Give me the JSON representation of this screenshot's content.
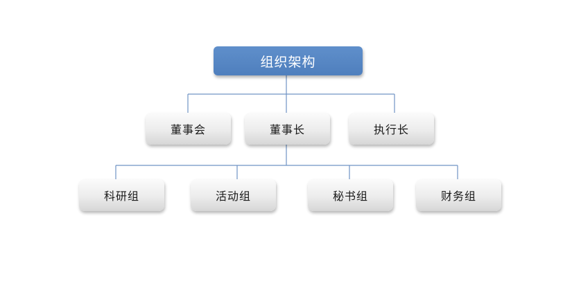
{
  "root": {
    "label": "组织架构"
  },
  "level2": [
    {
      "label": "董事会"
    },
    {
      "label": "董事长"
    },
    {
      "label": "执行长"
    }
  ],
  "level3": [
    {
      "label": "科研组"
    },
    {
      "label": "活动组"
    },
    {
      "label": "秘书组"
    },
    {
      "label": "财务组"
    }
  ],
  "colors": {
    "root_fill": "#5283c2",
    "connector": "#6f93c4",
    "node_text": "#1a1a1a"
  }
}
